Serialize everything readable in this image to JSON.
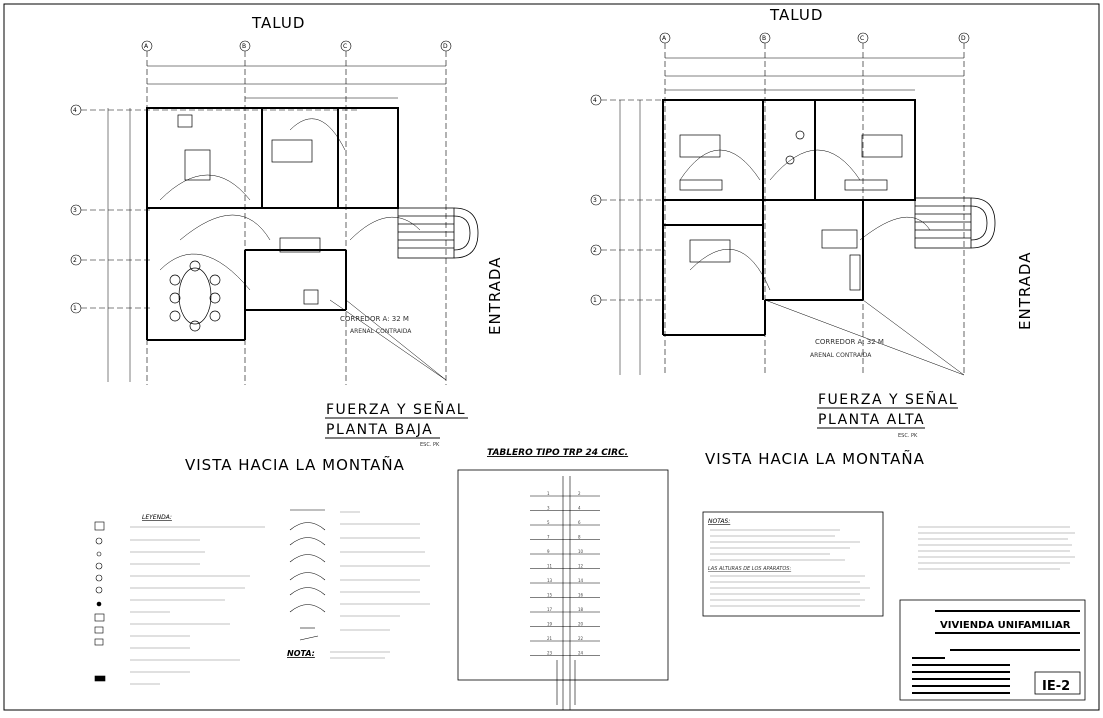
{
  "labels": {
    "talud_left": "TALUD",
    "talud_right": "TALUD",
    "entrada_left": "ENTRADA",
    "entrada_right": "ENTRADA",
    "vista_left": "VISTA HACIA LA MONTAÑA",
    "vista_right": "VISTA HACIA LA MONTAÑA",
    "corredor_left": "CORREDOR A: 32 M",
    "arenal_left": "ARENAL CONTRAIDA",
    "corredor_right": "CORREDOR A: 32 M",
    "arenal_right": "ARENAL CONTRAIDA"
  },
  "plan_left": {
    "title1": "FUERZA Y SEÑAL",
    "title2": "PLANTA BAJA",
    "scale": "ESC. PK",
    "col_axes": [
      "A",
      "B",
      "C",
      "D"
    ],
    "row_axes": [
      "4",
      "3",
      "2",
      "1"
    ]
  },
  "plan_right": {
    "title1": "FUERZA Y SEÑAL",
    "title2": "PLANTA ALTA",
    "scale": "ESC. PK",
    "col_axes": [
      "A",
      "B",
      "C",
      "D"
    ],
    "row_axes": [
      "4",
      "3",
      "2",
      "1"
    ]
  },
  "panel": {
    "title": "TABLERO TIPO TRP 24 CIRC.",
    "rows_left": [
      "1",
      "3",
      "5",
      "7",
      "9",
      "11",
      "13",
      "15",
      "17",
      "19",
      "21",
      "23"
    ],
    "rows_right": [
      "2",
      "4",
      "6",
      "8",
      "10",
      "12",
      "14",
      "16",
      "18",
      "20",
      "22",
      "24"
    ]
  },
  "legend": {
    "title": "LEYENDA:",
    "nota": "NOTA:"
  },
  "notes": {
    "title": "NOTAS:",
    "subtitle": "LAS ALTURAS DE LOS APARATOS:"
  },
  "title_block": {
    "project": "VIVIENDA UNIFAMILIAR",
    "sheet": "IE-2"
  }
}
